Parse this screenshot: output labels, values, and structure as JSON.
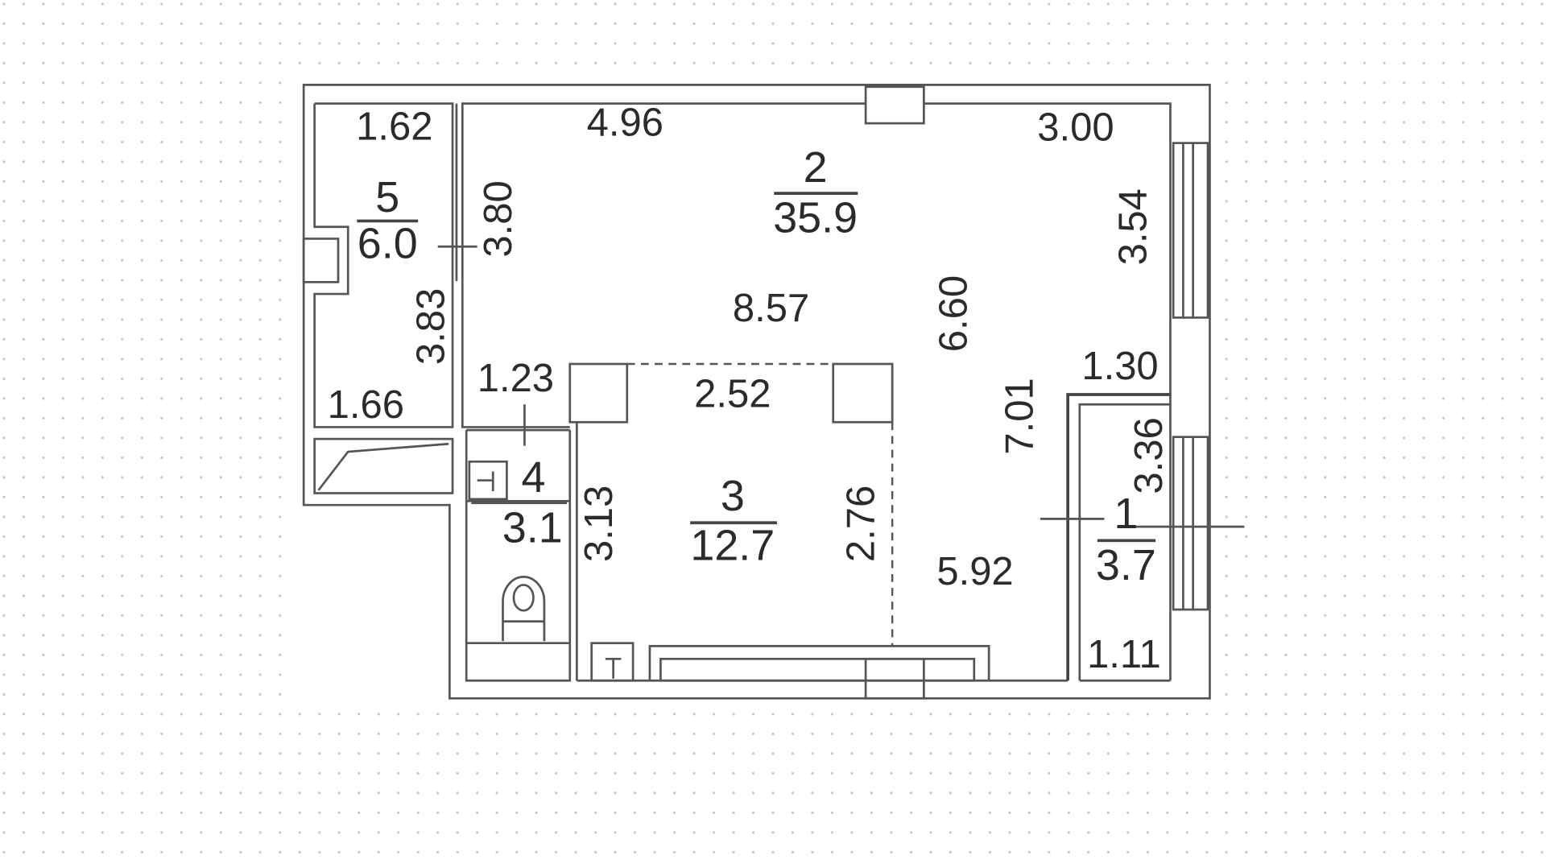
{
  "plan": {
    "rooms": [
      {
        "number": "1",
        "area": "3.7"
      },
      {
        "number": "2",
        "area": "35.9"
      },
      {
        "number": "3",
        "area": "12.7"
      },
      {
        "number": "4",
        "area": "3.1"
      },
      {
        "number": "5",
        "area": "6.0"
      }
    ],
    "dimensions": {
      "d162": "1.62",
      "d496": "4.96",
      "d300": "3.00",
      "d380": "3.80",
      "d354": "3.54",
      "d383": "3.83",
      "d857": "8.57",
      "d660": "6.60",
      "d130": "1.30",
      "d123": "1.23",
      "d252": "2.52",
      "d166": "1.66",
      "d701": "7.01",
      "d336": "3.36",
      "d313": "3.13",
      "d276": "2.76",
      "d592": "5.92",
      "d111": "1.11"
    },
    "colors": {
      "wall": "#555555",
      "text": "#2b2b2b",
      "grid_dot": "#c8c8c8"
    }
  }
}
